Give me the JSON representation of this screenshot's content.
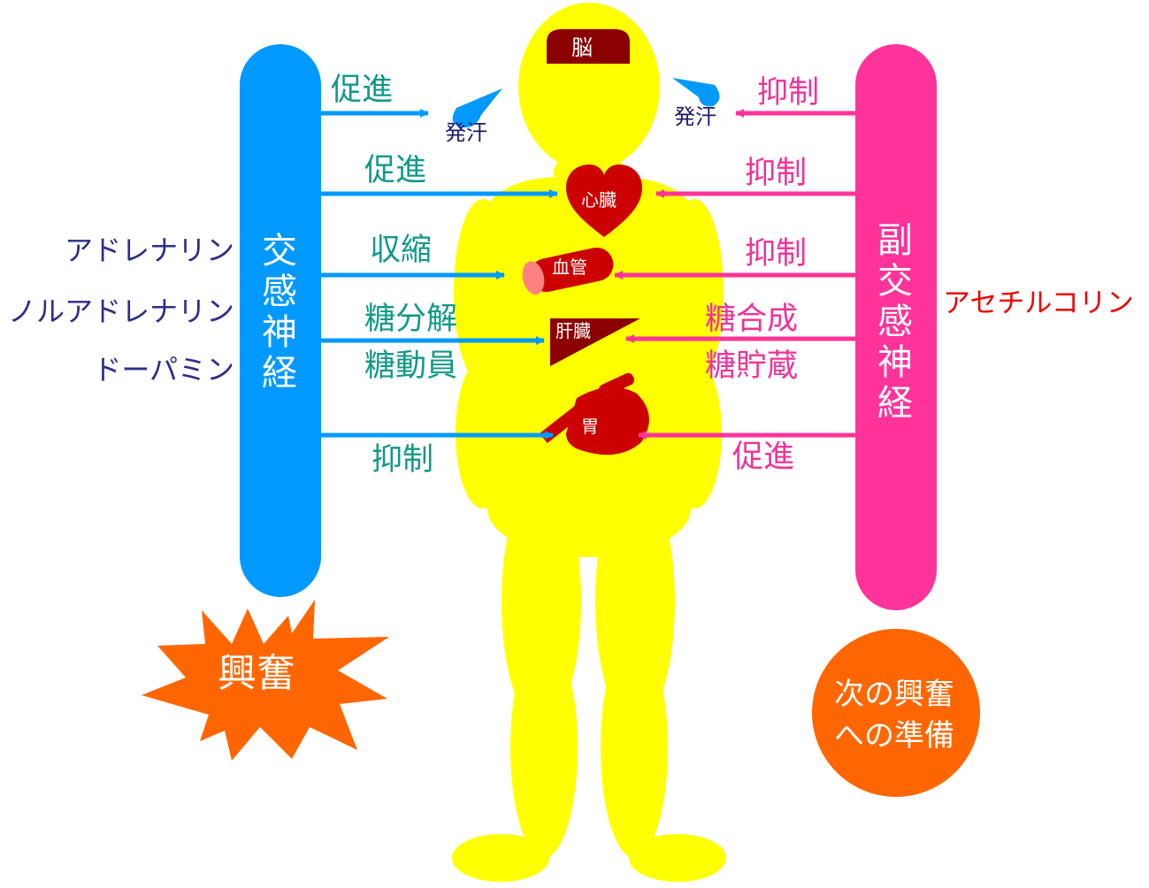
{
  "colors": {
    "body": "#ffff00",
    "sympathetic": "#0099ff",
    "parasympathetic": "#ff3399",
    "organ": "#cc0000",
    "dark_organ": "#8b0000",
    "sympathetic_text": "#119988",
    "parasympathetic_text": "#ee3399",
    "transmitter_text": "#2e2e8a",
    "acetylcholine_text": "#ee0000",
    "burst": "#ff6600"
  },
  "organs": {
    "brain": "脳",
    "heart": "心臓",
    "vessel": "血管",
    "liver": "肝臓",
    "stomach": "胃",
    "sweat_left": "発汗",
    "sweat_right": "発汗"
  },
  "sympathetic": {
    "name": "交感神経",
    "transmitters": [
      "アドレナリン",
      "ノルアドレナリン",
      "ドーパミン"
    ],
    "effects": {
      "sweat": "促進",
      "heart": "促進",
      "vessel": "収縮",
      "liver_1": "糖分解",
      "liver_2": "糖動員",
      "stomach": "抑制"
    },
    "state": "興奮"
  },
  "parasympathetic": {
    "name": "副交感神経",
    "transmitter": "アセチルコリン",
    "effects": {
      "sweat": "抑制",
      "heart": "抑制",
      "vessel": "抑制",
      "liver_1": "糖合成",
      "liver_2": "糖貯蔵",
      "stomach": "促進"
    },
    "state_line1": "次の興奮",
    "state_line2": "への準備"
  }
}
